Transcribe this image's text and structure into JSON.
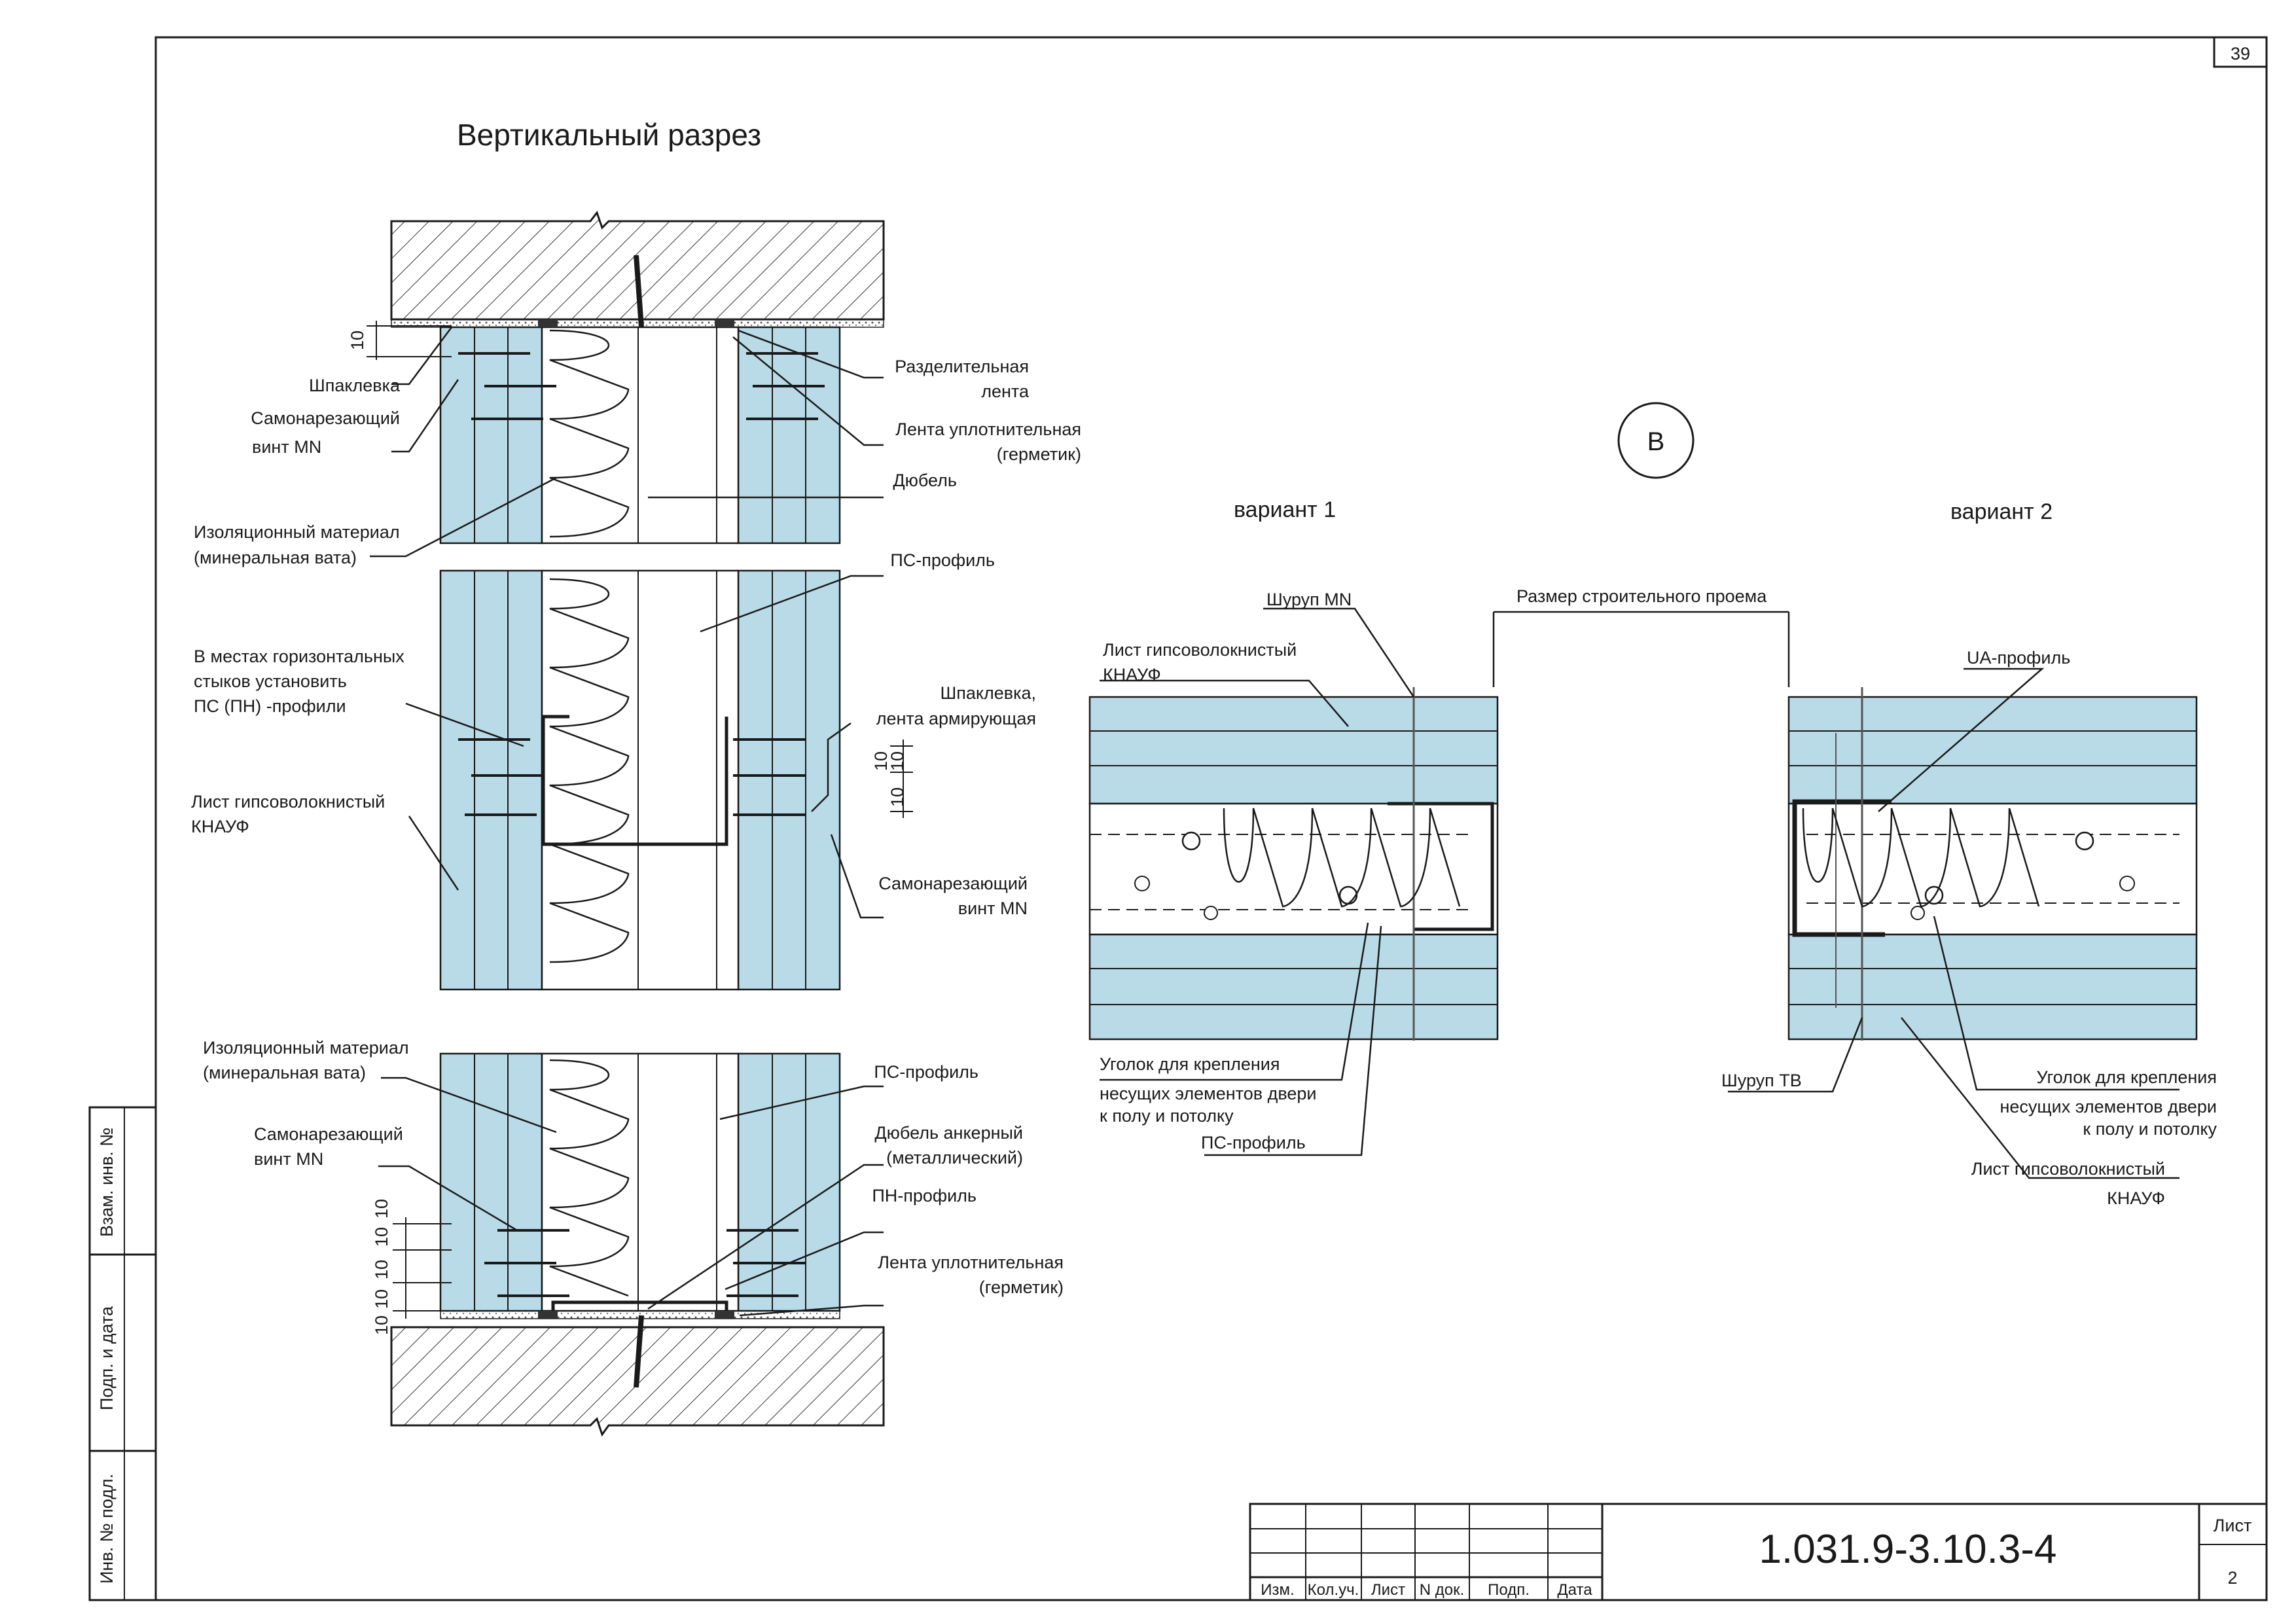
{
  "sheet_number_top": "39",
  "title": "Вертикальный разрез",
  "callout_letter": "В",
  "variant_1": "вариант 1",
  "variant_2": "вариант 2",
  "left_labels": {
    "shpaklevka": "Шпаклевка",
    "screw_mn_1": "Самонарезающий",
    "screw_mn_1b": "винт MN",
    "insulation_1": "Изоляционный материал",
    "insulation_1b": "(минеральная вата)",
    "horiz_joints_1": "В местах горизонтальных",
    "horiz_joints_2": "стыков установить",
    "horiz_joints_3": "ПС (ПН) -профили",
    "gvl_sheet_1": "Лист гипсоволокнистый",
    "gvl_sheet_1b": "КНАУФ",
    "insulation_2": "Изоляционный материал",
    "insulation_2b": "(минеральная вата)",
    "screw_mn_2": "Самонарезающий",
    "screw_mn_2b": "винт MN"
  },
  "right_labels": {
    "separating_tape": "Разделительная",
    "separating_tape_b": "лента",
    "sealing_tape_1": "Лента уплотнительная",
    "sealing_tape_1b": "(герметик)",
    "dowel": "Дюбель",
    "ps_profile_1": "ПС-профиль",
    "shpaklevka_tape": "Шпаклевка,",
    "shpaklevka_tape_b": "лента армирующая",
    "screw_mn_3": "Самонарезающий",
    "screw_mn_3b": "винт MN",
    "ps_profile_2": "ПС-профиль",
    "anchor_dowel": "Дюбель анкерный",
    "anchor_dowel_b": "(металлический)",
    "pn_profile": "ПН-профиль",
    "sealing_tape_2": "Лента уплотнительная",
    "sealing_tape_2b": "(герметик)"
  },
  "dims": {
    "d10_top": "10",
    "d10_mid_a": "10",
    "d10_mid_b": "10",
    "d10_mid_c": "10",
    "d10_bot_a": "10",
    "d10_bot_b": "10",
    "d10_bot_c": "10",
    "d10_bot_d": "10",
    "d10_bot_e": "10"
  },
  "plan_labels": {
    "screw_mn": "Шуруп MN",
    "opening_size": "Размер строительного проема",
    "gvl_sheet": "Лист гипсоволокнистый",
    "gvl_sheet_b": "КНАУФ",
    "corner_1": "Уголок для крепления",
    "corner_1b": "несущих элементов двери",
    "corner_1c": "к полу и потолку",
    "ps_profile": "ПС-профиль",
    "ua_profile": "UA-профиль",
    "screw_tb": "Шуруп ТВ",
    "corner_2": "Уголок для крепления",
    "corner_2b": "несущих элементов двери",
    "corner_2c": "к полу и потолку",
    "gvl_sheet_2": "Лист гипсоволокнистый",
    "gvl_sheet_2b": "КНАУФ"
  },
  "side_stamp": {
    "vzam": "Взам. инв. №",
    "podp": "Подп. и дата",
    "inv": "Инв. № подл."
  },
  "title_block": {
    "doc_code": "1.031.9-3.10.3-4",
    "list_label": "Лист",
    "list_number": "2",
    "columns": [
      "Изм.",
      "Кол.уч.",
      "Лист",
      "N док.",
      "Подп.",
      "Дата"
    ]
  },
  "colors": {
    "board": "#b9dbe8",
    "line": "#1a1a1a",
    "concrete": "#ffffff"
  }
}
